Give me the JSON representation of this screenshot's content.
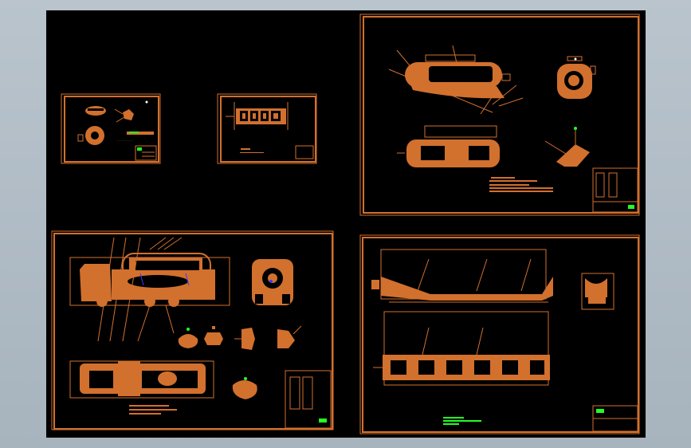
{
  "viewer": {
    "background_color": "#b3bec7",
    "canvas_color": "#000000"
  },
  "colors": {
    "drawing": "#d2702e",
    "highlight": "#22ff22",
    "accent": "#3a3aff",
    "white": "#ffffff"
  },
  "sheets": [
    {
      "id": "sheet-1",
      "kind": "small",
      "content": "parts-overview"
    },
    {
      "id": "sheet-2",
      "kind": "small",
      "content": "box-assembly"
    },
    {
      "id": "sheet-3",
      "kind": "large",
      "content": "belt-frame-assembly"
    },
    {
      "id": "sheet-4",
      "kind": "large",
      "content": "truck-and-frame-assembly"
    },
    {
      "id": "sheet-5",
      "kind": "large",
      "content": "trough-frame-detail"
    }
  ]
}
